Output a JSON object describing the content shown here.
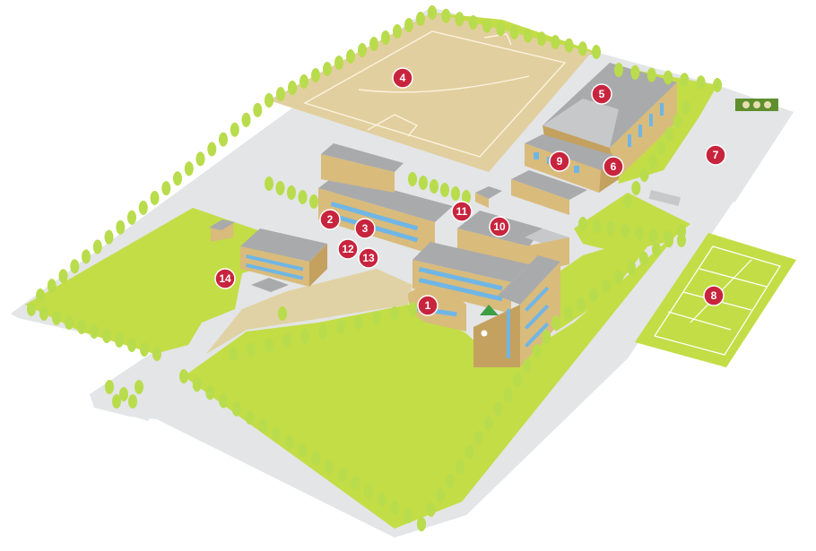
{
  "colors": {
    "background": "#ffffff",
    "road": "#e3e5e6",
    "lawn": "#c3dd47",
    "lawn_dark": "#a9c834",
    "sports_field": "#e2cf9f",
    "court": "#c3dd47",
    "building_wall": "#d9bb7c",
    "building_wall_dark": "#c4a15f",
    "roof": "#a9aaab",
    "roof_light": "#c7c8c9",
    "window": "#6fb6e6",
    "tree": "#b9dc4d",
    "tree_trunk": "#8f9a3a",
    "marker": "#c8243d"
  },
  "map": {
    "markers": [
      {
        "label": "1"
      },
      {
        "label": "2"
      },
      {
        "label": "3"
      },
      {
        "label": "4"
      },
      {
        "label": "5"
      },
      {
        "label": "6"
      },
      {
        "label": "7"
      },
      {
        "label": "8"
      },
      {
        "label": "9"
      },
      {
        "label": "10"
      },
      {
        "label": "11"
      },
      {
        "label": "12"
      },
      {
        "label": "13"
      },
      {
        "label": "14"
      }
    ]
  }
}
